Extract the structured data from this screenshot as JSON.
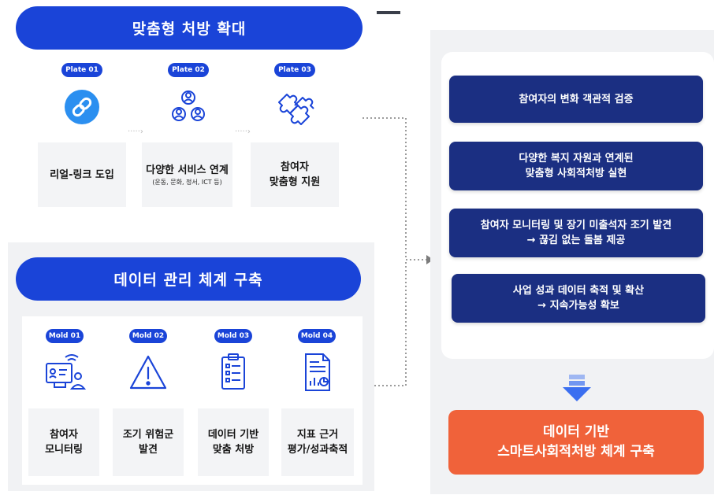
{
  "top_section": {
    "header": "맞춤형 처방 확대",
    "items": [
      {
        "badge": "Plate 01",
        "icon": "link-icon",
        "lines": [
          "리얼-링크 도입"
        ],
        "sub": ""
      },
      {
        "badge": "Plate 02",
        "icon": "network-people-icon",
        "lines": [
          "다양한 서비스 연계"
        ],
        "sub": "(운동, 문화, 정서, ICT 등)"
      },
      {
        "badge": "Plate 03",
        "icon": "puzzle-icon",
        "lines": [
          "참여자",
          "맞춤형 지원"
        ],
        "sub": ""
      }
    ]
  },
  "bottom_section": {
    "header": "데이터 관리 체계 구축",
    "items": [
      {
        "badge": "Mold 01",
        "icon": "monitoring-computer-icon",
        "lines": [
          "참여자",
          "모니터링"
        ]
      },
      {
        "badge": "Mold 02",
        "icon": "warning-icon",
        "lines": [
          "조기 위험군",
          "발견"
        ]
      },
      {
        "badge": "Mold 03",
        "icon": "checklist-clipboard-icon",
        "lines": [
          "데이터 기반",
          "맞춤 처방"
        ]
      },
      {
        "badge": "Mold 04",
        "icon": "report-chart-icon",
        "lines": [
          "지표 근거",
          "평가/성과축적"
        ]
      }
    ]
  },
  "right_panel": {
    "boxes": [
      {
        "lines": [
          "참여자의 변화 객관적 검증"
        ]
      },
      {
        "lines": [
          "다양한 복지 자원과 연계된",
          "맞춤형 사회적처방 실현"
        ]
      },
      {
        "lines": [
          "참여자 모니터링 및 장기 미출석자 조기 발견",
          "→ 끊김 없는 돌봄 제공"
        ]
      },
      {
        "lines": [
          "사업 성과 데이터 축적 및 확산",
          "→ 지속가능성 확보"
        ]
      }
    ],
    "result": {
      "lines": [
        "데이터 기반",
        "스마트사회적처방 체계 구축"
      ]
    }
  },
  "colors": {
    "blue": "#1a44d8",
    "navy": "#1b2f82",
    "orange": "#f0623a",
    "arrow_blue": "#3b6ff0"
  }
}
